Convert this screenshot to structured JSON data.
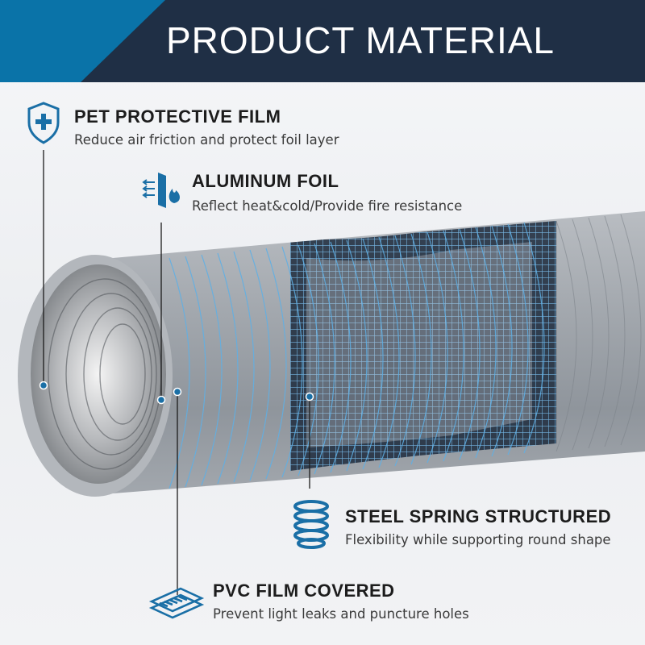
{
  "header": {
    "title": "PRODUCT MATERIAL",
    "bg_color": "#1f2f45",
    "accent_color": "#0a73a8"
  },
  "features": [
    {
      "title": "PET PROTECTIVE FILM",
      "desc": "Reduce air friction and protect foil layer",
      "icon": "shield-plus-icon"
    },
    {
      "title": "ALUMINUM FOIL",
      "desc": "Reflect heat&cold/Provide fire resistance",
      "icon": "heat-reflect-flame-icon"
    },
    {
      "title": "STEEL SPRING STRUCTURED",
      "desc": "Flexibility while supporting round shape",
      "icon": "spring-coil-icon"
    },
    {
      "title": "PVC FILM COVERED",
      "desc": "Prevent light leaks and puncture holes",
      "icon": "layered-film-icon"
    }
  ],
  "colors": {
    "icon_blue": "#1a6fa6",
    "duct_gray": "#9aa0a7",
    "spring_blue": "#4aa3e0"
  }
}
